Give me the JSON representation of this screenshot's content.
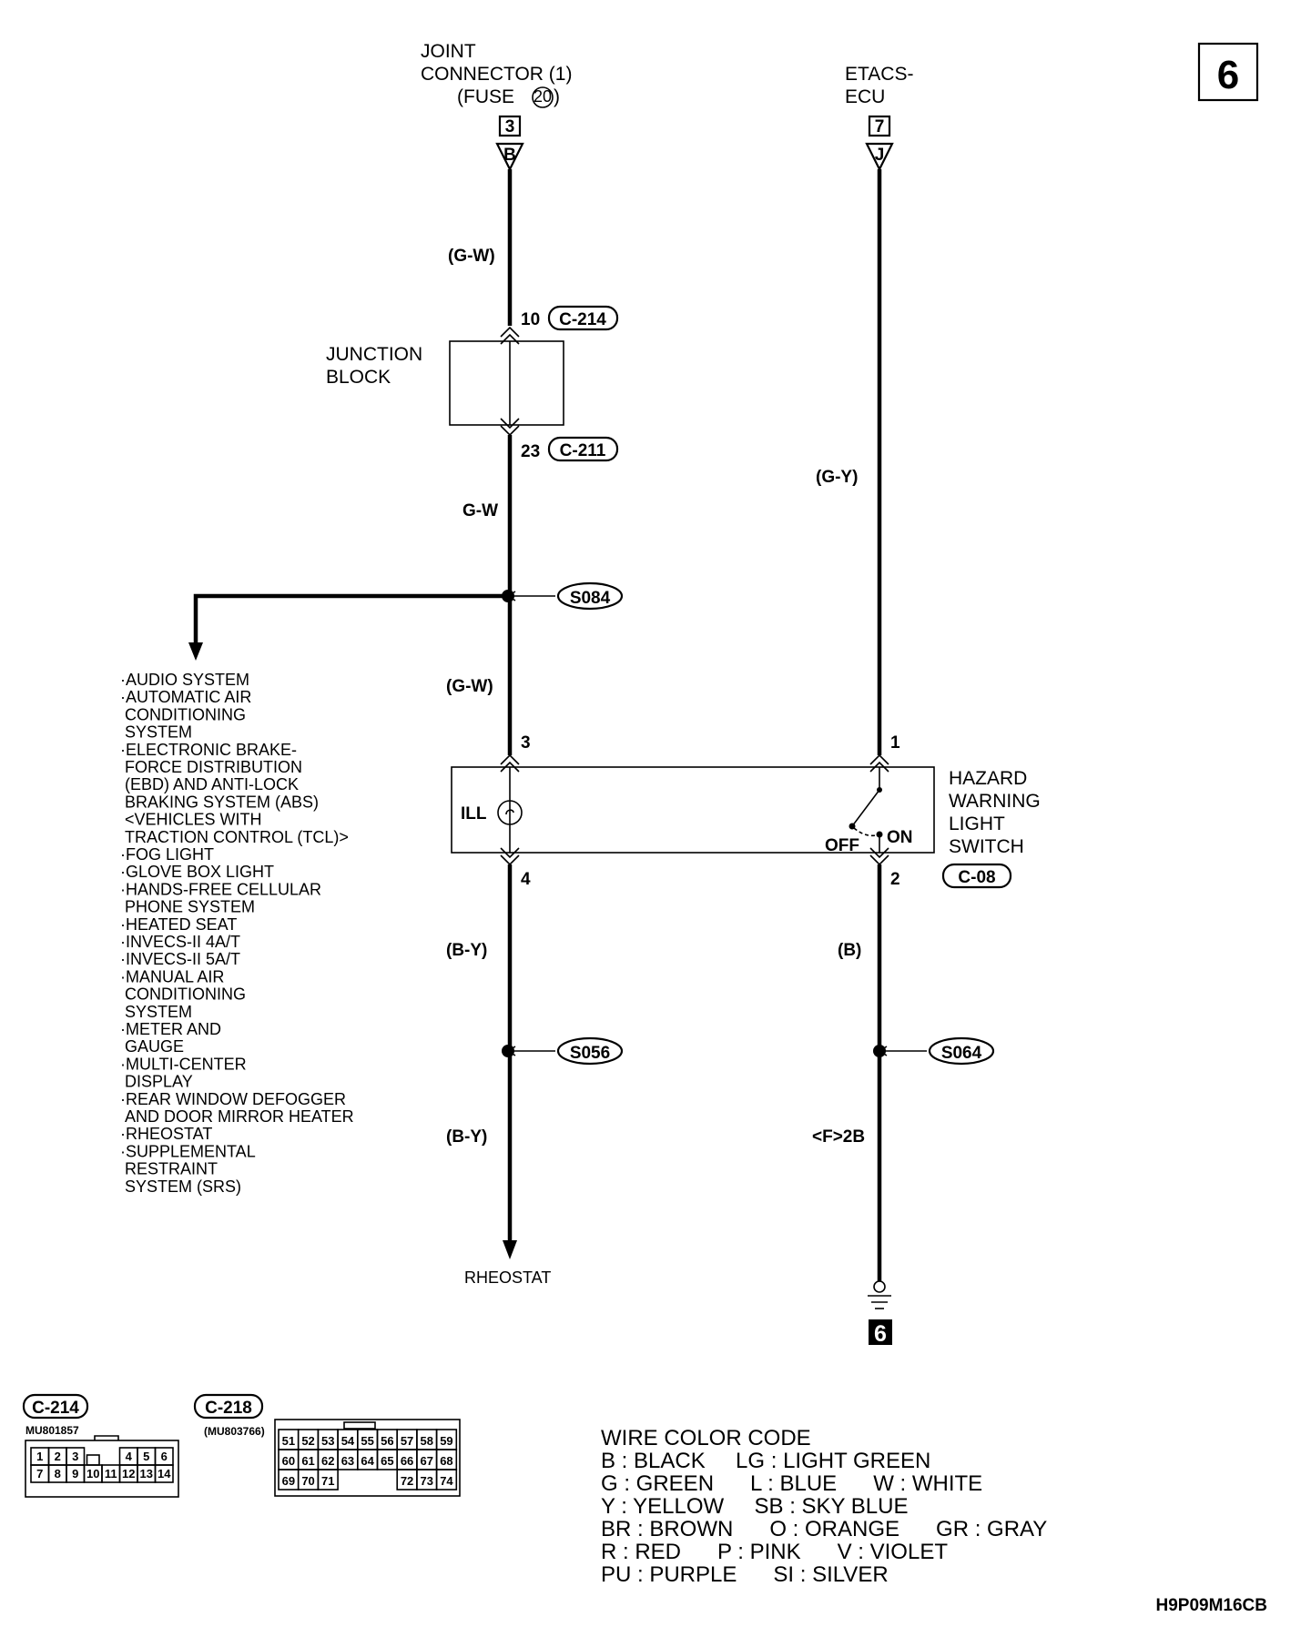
{
  "page_marker": "6",
  "diagram_code": "H9P09M16CB",
  "top_left_source": {
    "line1": "JOINT",
    "line2": "CONNECTOR (1)",
    "line3_prefix": "(FUSE ",
    "fuse_number": "20",
    "line3_suffix": ")",
    "pin": "3",
    "connector_letter": "B"
  },
  "top_right_source": {
    "line1": "ETACS-",
    "line2": "ECU",
    "pin": "7",
    "connector_letter": "J"
  },
  "junction_block": {
    "line1": "JUNCTION",
    "line2": "BLOCK",
    "top_pin": "10",
    "top_connector": "C-214",
    "bottom_pin": "23",
    "bottom_connector": "C-211"
  },
  "wire_colors": {
    "top_left": "(G-W)",
    "below_junction": "G-W",
    "above_switch_left": "(G-W)",
    "right_upper": "(G-Y)",
    "below_switch_left": "(B-Y)",
    "below_s056": "(B-Y)",
    "below_switch_right": "(B)",
    "below_s064": "<F>2B"
  },
  "splices": {
    "s084": "S084",
    "s056": "S056",
    "s064": "S064"
  },
  "branch_list": [
    "·AUDIO SYSTEM",
    "·AUTOMATIC AIR",
    "CONDITIONING",
    "SYSTEM",
    "·ELECTRONIC BRAKE-",
    "FORCE DISTRIBUTION",
    "(EBD) AND ANTI-LOCK",
    "BRAKING SYSTEM (ABS)",
    "<VEHICLES WITH",
    "TRACTION CONTROL (TCL)>",
    "·FOG LIGHT",
    "·GLOVE BOX LIGHT",
    "·HANDS-FREE CELLULAR",
    "PHONE SYSTEM",
    "·HEATED SEAT",
    "·INVECS-II 4A/T",
    "·INVECS-II 5A/T",
    "·MANUAL AIR",
    "CONDITIONING",
    "SYSTEM",
    "·METER AND",
    "GAUGE",
    "·MULTI-CENTER",
    "DISPLAY",
    "·REAR WINDOW DEFOGGER",
    "AND DOOR MIRROR HEATER",
    "·RHEOSTAT",
    "·SUPPLEMENTAL",
    "RESTRAINT",
    "SYSTEM (SRS)"
  ],
  "hazard_switch": {
    "line1": "HAZARD",
    "line2": "WARNING",
    "line3": "LIGHT",
    "line4": "SWITCH",
    "connector": "C-08",
    "ill_label": "ILL",
    "off_label": "OFF",
    "on_label": "ON",
    "pin_left_top": "3",
    "pin_left_bottom": "4",
    "pin_right_top": "1",
    "pin_right_bottom": "2"
  },
  "rheostat_label": "RHEOSTAT",
  "ground_marker": "6",
  "connector_c214": {
    "name": "C-214",
    "part": "MU801857",
    "row1": [
      "1",
      "2",
      "3",
      "",
      "4",
      "5",
      "6"
    ],
    "row2": [
      "7",
      "8",
      "9",
      "10",
      "11",
      "12",
      "13",
      "14"
    ]
  },
  "connector_c218": {
    "name": "C-218",
    "part": "(MU803766)",
    "row1": [
      "51",
      "52",
      "53",
      "54",
      "55",
      "56",
      "57",
      "58",
      "59"
    ],
    "row2": [
      "60",
      "61",
      "62",
      "63",
      "64",
      "65",
      "66",
      "67",
      "68"
    ],
    "row3": [
      "69",
      "70",
      "71",
      "",
      "",
      "",
      "72",
      "73",
      "74"
    ]
  },
  "wire_color_code": {
    "title": "WIRE COLOR CODE",
    "line1": "B : BLACK     LG : LIGHT GREEN",
    "line2": "G : GREEN      L : BLUE      W : WHITE",
    "line3": "Y : YELLOW     SB : SKY BLUE",
    "line4": "BR : BROWN      O : ORANGE      GR : GRAY",
    "line5": "R : RED      P : PINK      V : VIOLET",
    "line6": "PU : PURPLE      SI : SILVER"
  }
}
